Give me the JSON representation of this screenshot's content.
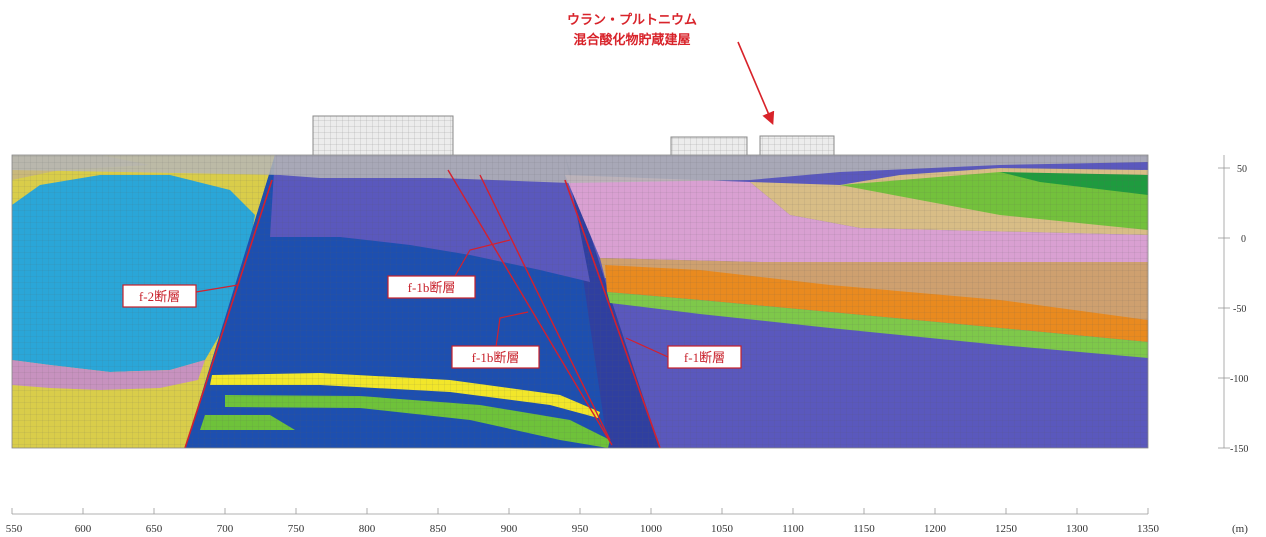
{
  "title": {
    "line1": "ウラン・プルトニウム",
    "line2": "混合酸化物貯蔵建屋"
  },
  "fault_labels": {
    "f2": "f-2断層",
    "f1b_upper": "f-1b断層",
    "f1b_lower": "f-1b断層",
    "f1": "f-1断層"
  },
  "x_axis": {
    "unit": "(m)",
    "ticks": [
      "550",
      "600",
      "650",
      "700",
      "750",
      "800",
      "850",
      "900",
      "950",
      "1000",
      "1050",
      "1100",
      "1150",
      "1200",
      "1250",
      "1300",
      "1350"
    ]
  },
  "y_axis": {
    "ticks": [
      "50",
      "0",
      "-50",
      "-100",
      "-150"
    ]
  },
  "colors": {
    "title_red": "#d8232a",
    "fault_red": "#d4202e",
    "grid": "#8a8a8a"
  }
}
